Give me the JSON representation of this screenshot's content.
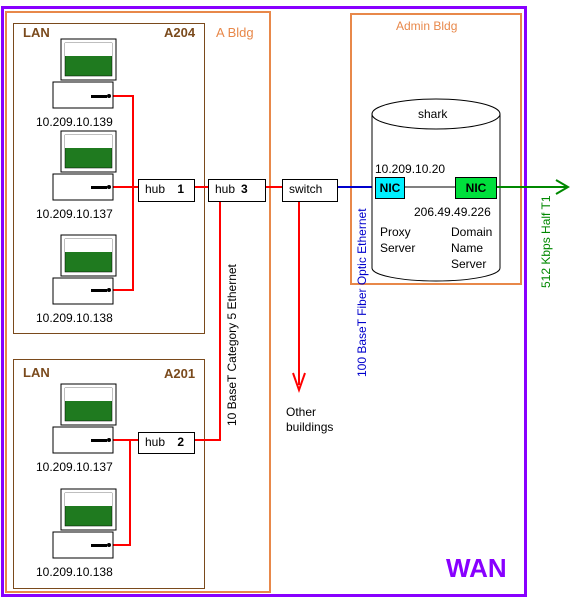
{
  "buildings": {
    "a": {
      "label": "A Bldg"
    },
    "admin": {
      "label": "Admin Bldg"
    }
  },
  "lans": [
    {
      "lan_label": "LAN",
      "room": "A204",
      "computers": [
        {
          "ip": "10.209.10.139"
        },
        {
          "ip": "10.209.10.137"
        },
        {
          "ip": "10.209.10.138"
        }
      ]
    },
    {
      "lan_label": "LAN",
      "room": "A201",
      "computers": [
        {
          "ip": "10.209.10.137"
        },
        {
          "ip": "10.209.10.138"
        }
      ]
    }
  ],
  "hubs": [
    {
      "name": "hub",
      "number": "1"
    },
    {
      "name": "hub",
      "number": "3"
    },
    {
      "name": "hub",
      "number": "2"
    }
  ],
  "switch": {
    "label": "switch"
  },
  "other_buildings": "Other\nbuildings",
  "server": {
    "name": "shark",
    "nic_label": "NIC",
    "internal_ip": "10.209.10.20",
    "external_ip": "206.49.49.226",
    "role1": "Proxy\nServer",
    "role2": "Domain\nName\nServer"
  },
  "links": {
    "cat5": "10 BaseT Category 5 Ethernet",
    "fiber": "100 BaseT Fiber Optic Ethernet",
    "t1": "512 Kbps Half T1"
  },
  "wan_label": "WAN",
  "colors": {
    "wan": "#8800ff",
    "building": "#e8884a",
    "lan": "#7a4a1c",
    "ethernet": "#ff0000",
    "fiber": "#0000cc",
    "t1": "#008800",
    "nic_internal": "#00f0ff",
    "nic_external": "#00e03c",
    "screen": "#1f7a1f"
  }
}
